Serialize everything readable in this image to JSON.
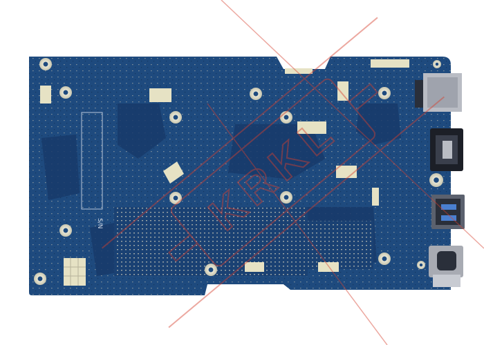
{
  "image": {
    "subject": "laptop-motherboard-pcb",
    "silkscreen_text": "S/N",
    "watermark_text": "KRKL",
    "colors": {
      "background": "#ffffff",
      "pcb": "#1e4a7e",
      "pcb_dark": "#16375f",
      "pcb_light": "#2a5c96",
      "pad": "#e6e2c4",
      "screw_ring": "#d8d6c0",
      "metal": "#b9bcc4",
      "watermark": "#d7402f"
    },
    "ports": [
      "microsd-slot",
      "hdmi-port",
      "usb-a-port",
      "usb-c-port"
    ]
  }
}
